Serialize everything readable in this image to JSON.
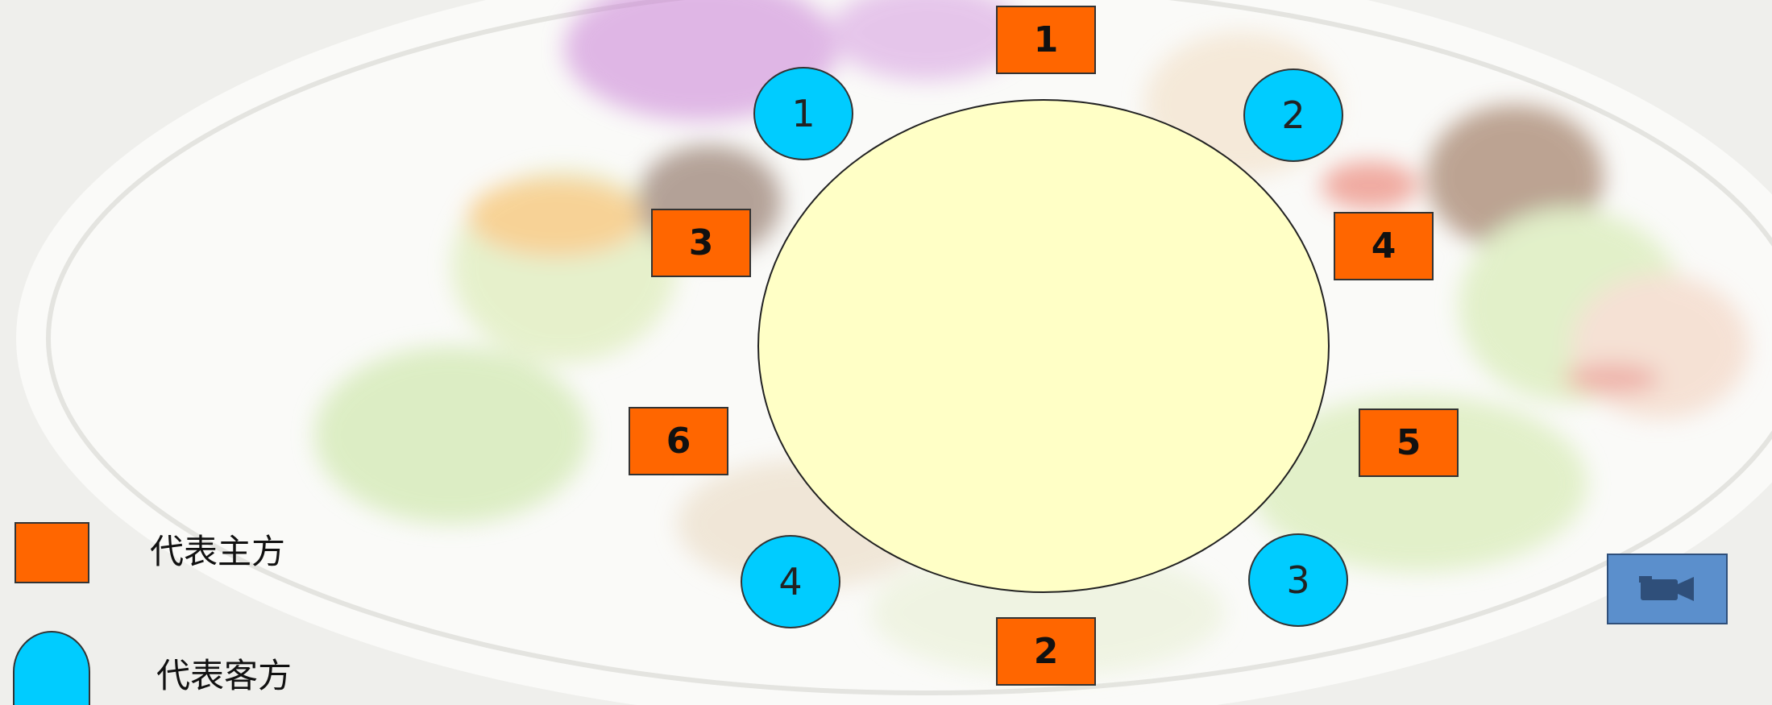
{
  "hosts": [
    {
      "label": "1",
      "cls": "h1"
    },
    {
      "label": "2",
      "cls": "h2"
    },
    {
      "label": "3",
      "cls": "h3"
    },
    {
      "label": "4",
      "cls": "h4"
    },
    {
      "label": "5",
      "cls": "h5"
    },
    {
      "label": "6",
      "cls": "h6"
    }
  ],
  "guests": [
    {
      "label": "1"
    },
    {
      "label": "2"
    },
    {
      "label": "3"
    },
    {
      "label": "4"
    }
  ],
  "legend": {
    "host_text": "代表主方",
    "guest_text": "代表客方"
  },
  "colors": {
    "host": "#ff6600",
    "guest": "#00ccff",
    "table": "#ffffc6",
    "camera_button": "#5b8fcc"
  },
  "icons": {
    "camera": "video-camera-icon"
  }
}
